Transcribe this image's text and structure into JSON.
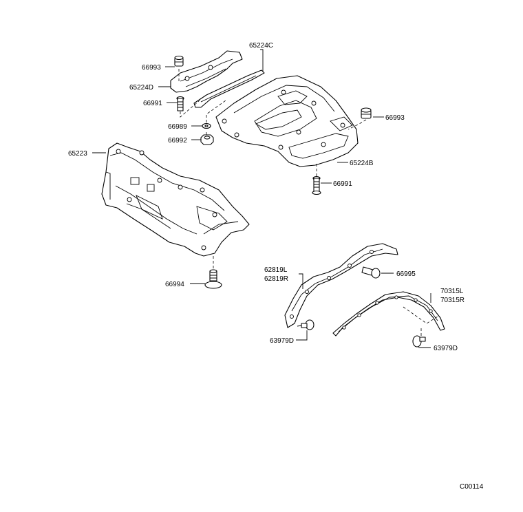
{
  "labels": {
    "p66993_top": "66993",
    "p65224C": "65224C",
    "p65224D": "65224D",
    "p66991_top": "66991",
    "p66989": "66989",
    "p66992": "66992",
    "p66993_right": "66993",
    "p65223": "65223",
    "p65224B": "65224B",
    "p66991_right": "66991",
    "p62819L": "62819L",
    "p62819R": "62819R",
    "p66995": "66995",
    "p70315L": "70315L",
    "p70315R": "70315R",
    "p66994": "66994",
    "p63979D_left": "63979D",
    "p63979D_right": "63979D"
  },
  "diagram_code": "C00114"
}
